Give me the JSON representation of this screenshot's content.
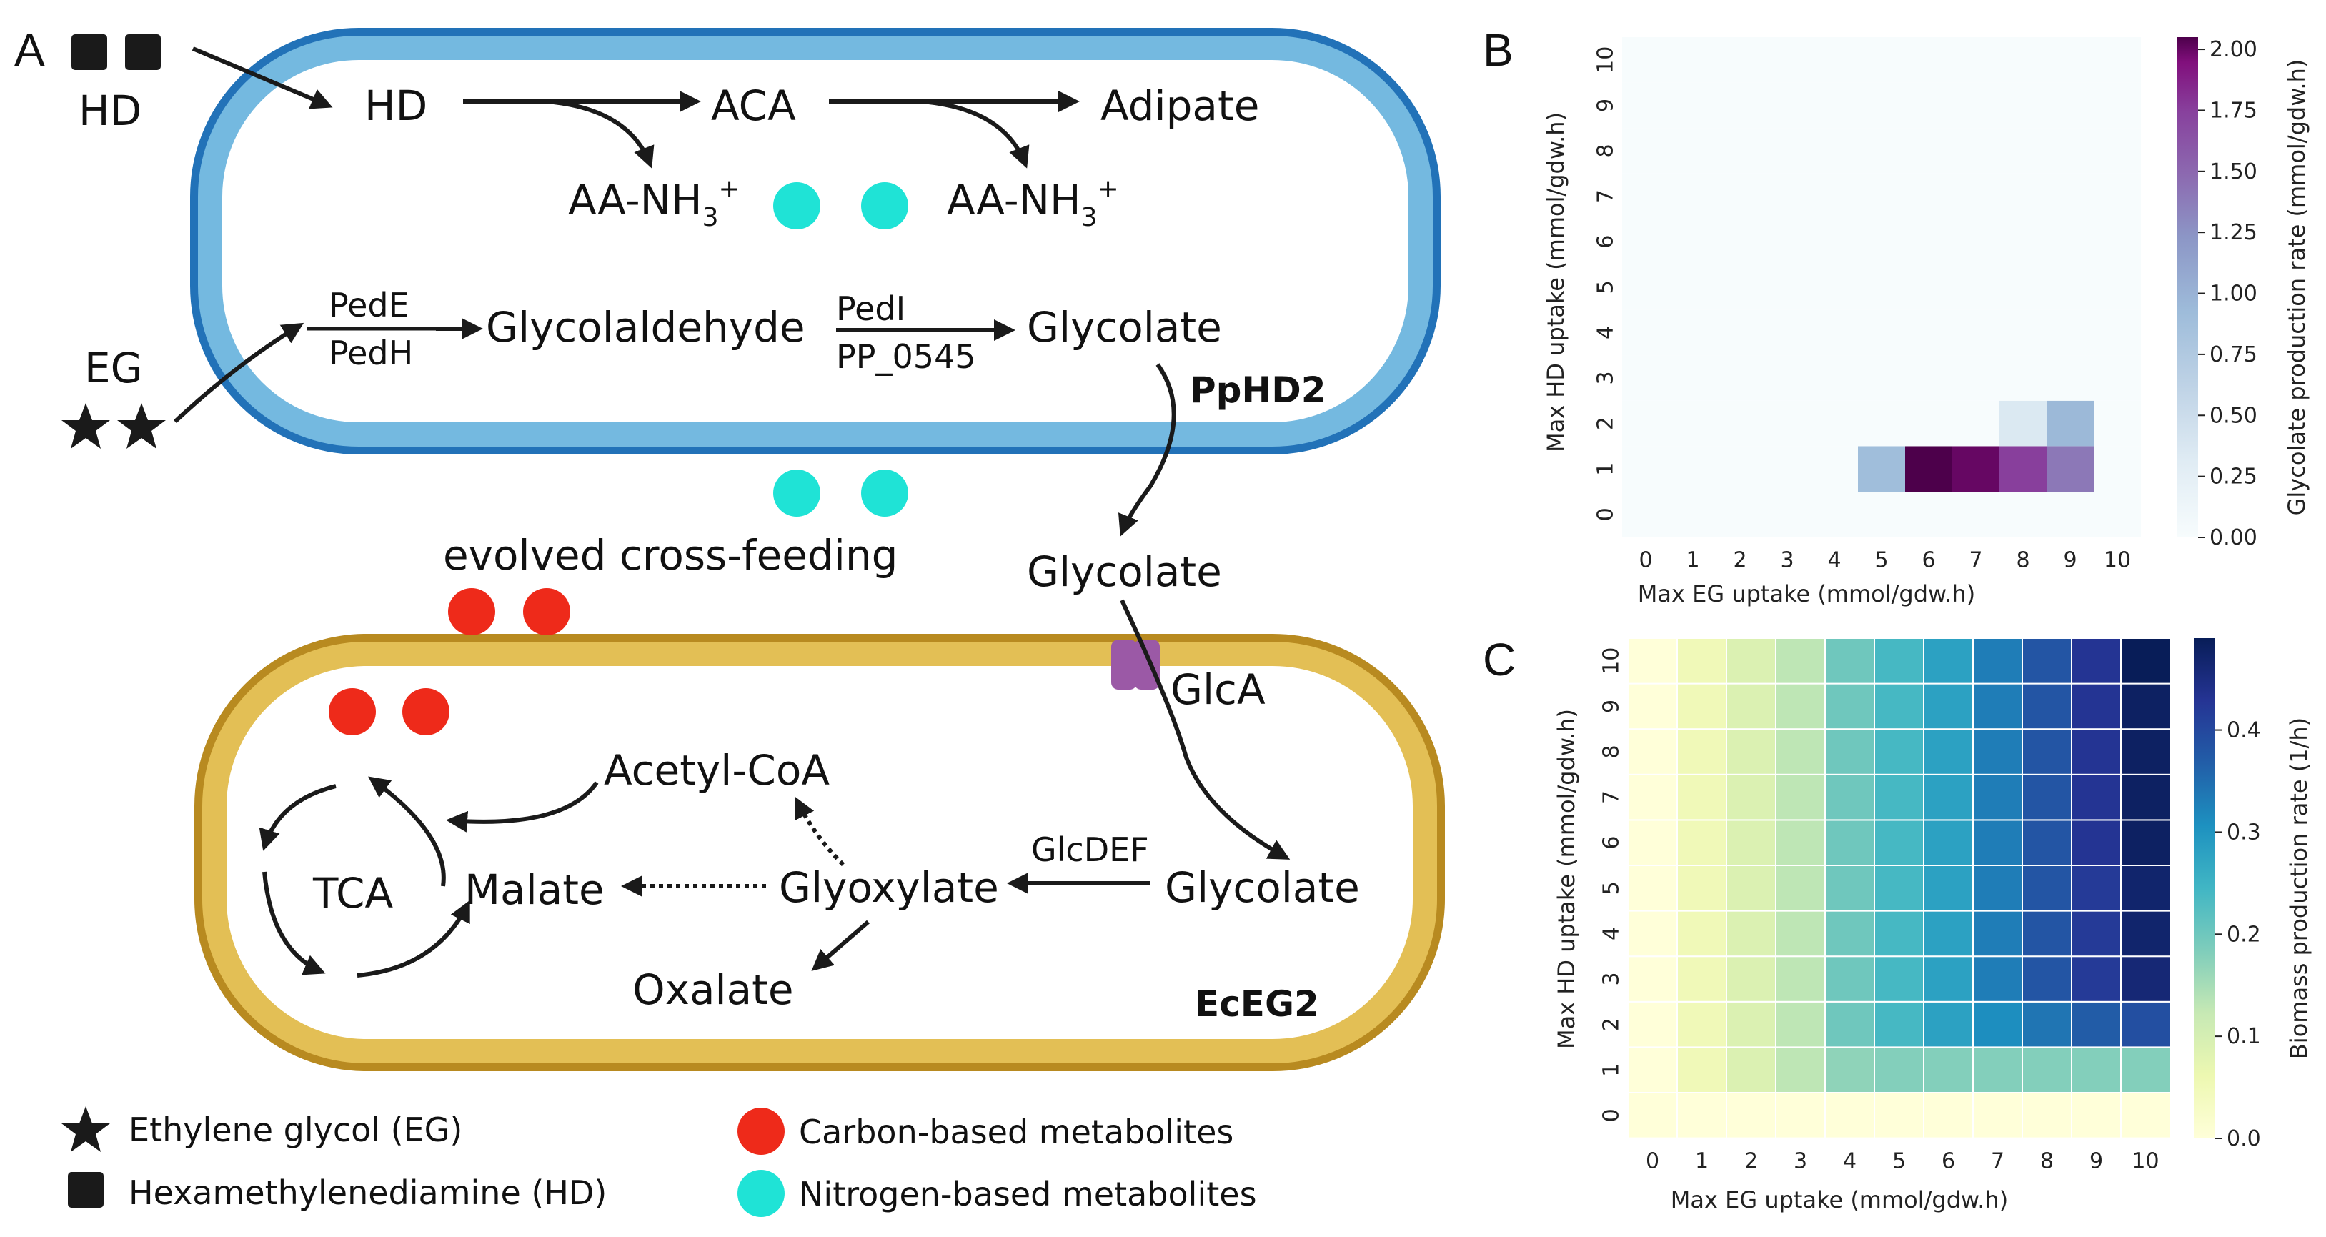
{
  "panel_letters": {
    "a": "A",
    "b": "B",
    "c": "C"
  },
  "diagram": {
    "ppHD2": {
      "cell_name": "PpHD2",
      "ext_hd": "HD",
      "ext_eg": "EG",
      "hd": "HD",
      "aca": "ACA",
      "adipate": "Adipate",
      "aa_nh3_1": "AA-NH",
      "aa_nh3_2": "AA-NH",
      "sub3": "3",
      "sup_plus": "+",
      "pede": "PedE",
      "pedh": "PedH",
      "glycolaldehyde": "Glycolaldehyde",
      "pedi": "PedI",
      "pp0545": "PP_0545",
      "glycolate": "Glycolate"
    },
    "middle": {
      "evolved": "evolved cross-feeding",
      "glycolate_ext": "Glycolate"
    },
    "ecEG2": {
      "cell_name": "EcEG2",
      "glca": "GlcA",
      "acetyl_coa": "Acetyl-CoA",
      "tca": "TCA",
      "malate": "Malate",
      "glyoxylate": "Glyoxylate",
      "glcdef": "GlcDEF",
      "glycolate": "Glycolate",
      "oxalate": "Oxalate"
    },
    "legend": {
      "eg": "Ethylene glycol (EG)",
      "hd": "Hexamethylenediamine (HD)",
      "carbon": "Carbon-based metabolites",
      "nitrogen": "Nitrogen-based metabolites"
    },
    "colors": {
      "pp_outer": "#2272b8",
      "pp_inner": "#74b9e0",
      "ec_outer": "#b88a20",
      "ec_inner": "#e3bf55",
      "carbon": "#ee2a1a",
      "nitrogen": "#1fe3d6",
      "transporter": "#9b59a6"
    }
  },
  "chart_data": [
    {
      "type": "heatmap",
      "panel": "B",
      "xlabel": "Max EG uptake (mmol/gdw.h)",
      "ylabel": "Max HD uptake (mmol/gdw.h)",
      "x": [
        0,
        1,
        2,
        3,
        4,
        5,
        6,
        7,
        8,
        9,
        10
      ],
      "y": [
        0,
        1,
        2,
        3,
        4,
        5,
        6,
        7,
        8,
        9,
        10
      ],
      "colorbar_label": "Glycolate production rate (mmol/gdw.h)",
      "colorbar_range": [
        0,
        2.05
      ],
      "colorbar_ticks": [
        "0.00",
        "0.25",
        "0.50",
        "0.75",
        "1.00",
        "1.25",
        "1.50",
        "1.75",
        "2.00"
      ],
      "colormap": "BuPu",
      "values": [
        [
          0,
          0,
          0,
          0,
          0,
          0,
          0,
          0,
          0,
          0,
          0
        ],
        [
          0,
          0,
          0,
          0,
          0,
          0.9,
          2.05,
          2.0,
          1.75,
          1.4,
          0
        ],
        [
          0,
          0,
          0,
          0,
          0,
          0,
          0,
          0,
          0.35,
          0.95,
          0
        ],
        [
          0,
          0,
          0,
          0,
          0,
          0,
          0,
          0,
          0,
          0,
          0
        ],
        [
          0,
          0,
          0,
          0,
          0,
          0,
          0,
          0,
          0,
          0,
          0
        ],
        [
          0,
          0,
          0,
          0,
          0,
          0,
          0,
          0,
          0,
          0,
          0
        ],
        [
          0,
          0,
          0,
          0,
          0,
          0,
          0,
          0,
          0,
          0,
          0
        ],
        [
          0,
          0,
          0,
          0,
          0,
          0,
          0,
          0,
          0,
          0,
          0
        ],
        [
          0,
          0,
          0,
          0,
          0,
          0,
          0,
          0,
          0,
          0,
          0
        ],
        [
          0,
          0,
          0,
          0,
          0,
          0,
          0,
          0,
          0,
          0,
          0
        ],
        [
          0,
          0,
          0,
          0,
          0,
          0,
          0,
          0,
          0,
          0,
          0
        ]
      ]
    },
    {
      "type": "heatmap",
      "panel": "C",
      "xlabel": "Max EG uptake (mmol/gdw.h)",
      "ylabel": "Max HD uptake (mmol/gdw.h)",
      "x": [
        0,
        1,
        2,
        3,
        4,
        5,
        6,
        7,
        8,
        9,
        10
      ],
      "y": [
        0,
        1,
        2,
        3,
        4,
        5,
        6,
        7,
        8,
        9,
        10
      ],
      "colorbar_label": "Biomass production rate (1/h)",
      "colorbar_range": [
        0,
        0.49
      ],
      "colorbar_ticks": [
        "0.0",
        "0.1",
        "0.2",
        "0.3",
        "0.4"
      ],
      "colormap": "YlGnBu",
      "values": [
        [
          0,
          0,
          0,
          0,
          0,
          0,
          0,
          0,
          0,
          0,
          0
        ],
        [
          0,
          0.05,
          0.09,
          0.13,
          0.17,
          0.18,
          0.18,
          0.18,
          0.18,
          0.18,
          0.18
        ],
        [
          0,
          0.05,
          0.09,
          0.13,
          0.2,
          0.24,
          0.28,
          0.31,
          0.34,
          0.37,
          0.39
        ],
        [
          0,
          0.05,
          0.09,
          0.13,
          0.2,
          0.24,
          0.28,
          0.33,
          0.38,
          0.42,
          0.46
        ],
        [
          0,
          0.05,
          0.09,
          0.13,
          0.2,
          0.24,
          0.28,
          0.33,
          0.38,
          0.42,
          0.47
        ],
        [
          0,
          0.05,
          0.09,
          0.13,
          0.2,
          0.24,
          0.28,
          0.33,
          0.38,
          0.42,
          0.47
        ],
        [
          0,
          0.05,
          0.09,
          0.13,
          0.2,
          0.24,
          0.28,
          0.33,
          0.38,
          0.43,
          0.48
        ],
        [
          0,
          0.05,
          0.09,
          0.13,
          0.2,
          0.24,
          0.28,
          0.33,
          0.38,
          0.43,
          0.48
        ],
        [
          0,
          0.05,
          0.09,
          0.13,
          0.2,
          0.24,
          0.28,
          0.33,
          0.38,
          0.43,
          0.48
        ],
        [
          0,
          0.05,
          0.09,
          0.13,
          0.2,
          0.24,
          0.28,
          0.33,
          0.38,
          0.43,
          0.48
        ],
        [
          0,
          0.05,
          0.09,
          0.13,
          0.2,
          0.24,
          0.28,
          0.33,
          0.38,
          0.43,
          0.49
        ]
      ]
    }
  ]
}
